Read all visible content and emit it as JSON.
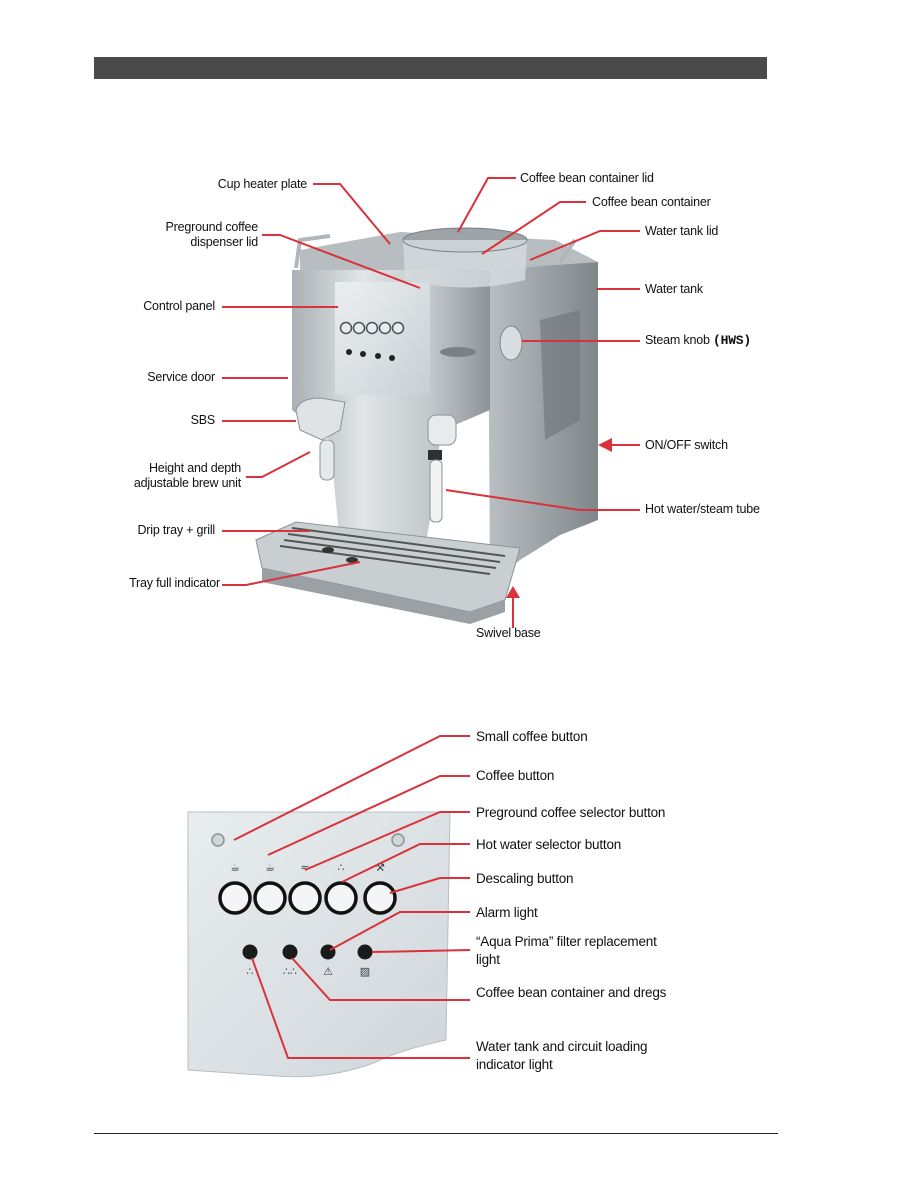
{
  "machine_labels": {
    "cup_heater_plate": "Cup heater plate",
    "preground_lid_1": "Preground coffee",
    "preground_lid_2": "dispenser lid",
    "control_panel": "Control panel",
    "service_door": "Service door",
    "sbs": "SBS",
    "brew_unit_1": "Height and depth",
    "brew_unit_2": "adjustable brew unit",
    "drip_tray": "Drip tray + grill",
    "tray_full": "Tray full indicator",
    "bean_lid": "Coffee bean container lid",
    "bean_container": "Coffee bean container",
    "water_tank_lid": "Water tank lid",
    "water_tank": "Water tank",
    "steam_knob": "Steam knob",
    "steam_knob_code": "(HWS)",
    "on_off": "ON/OFF switch",
    "hot_water_tube": "Hot water/steam tube",
    "swivel_base": "Swivel base"
  },
  "panel_labels": {
    "small_coffee": "Small coffee button",
    "coffee": "Coffee button",
    "preground_selector": "Preground coffee selector button",
    "hot_water_selector": "Hot water selector button",
    "descaling": "Descaling button",
    "alarm_light": "Alarm light",
    "aqua_prima_1": "“Aqua Prima” filter replacement",
    "aqua_prima_2": "light",
    "bean_dregs": "Coffee bean container and dregs",
    "water_loading_1": "Water tank and circuit loading",
    "water_loading_2": "indicator light"
  },
  "colors": {
    "leader": "#d9323a",
    "header": "#4a4a4a",
    "machine": "#c5cacd",
    "panel": "#dfe4e7"
  }
}
